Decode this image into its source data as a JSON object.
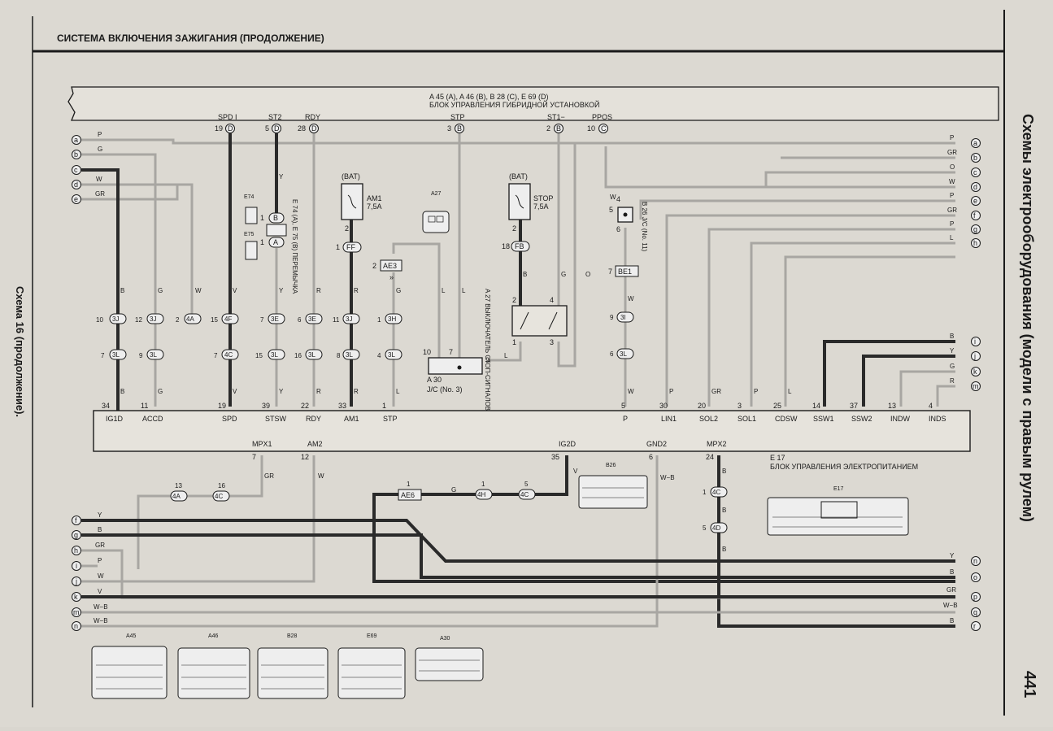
{
  "header": {
    "title": "СИСТЕМА ВКЛЮЧЕНИЯ ЗАЖИГАНИЯ (ПРОДОЛЖЕНИЕ)"
  },
  "side": {
    "left": "Схема 16 (продолжение).",
    "right": "Схемы электрооборудования (модели с правым рулем)",
    "page_number": "441"
  },
  "hybrid_ecu": {
    "title_line1": "A 45 (A), A 46 (B), B 28 (C), E 69 (D)",
    "title_line2": "БЛОК УПРАВЛЕНИЯ ГИБРИДНОЙ УСТАНОВКОЙ",
    "pins": [
      {
        "name": "SPD I",
        "num": "19",
        "conn": "D"
      },
      {
        "name": "ST2",
        "num": "5",
        "conn": "D"
      },
      {
        "name": "RDY",
        "num": "28",
        "conn": "D"
      },
      {
        "name": "STP",
        "num": "3",
        "conn": "B"
      },
      {
        "name": "ST1−",
        "num": "2",
        "conn": "B"
      },
      {
        "name": "PPOS",
        "num": "10",
        "conn": "C"
      }
    ]
  },
  "power_ecu": {
    "title_line1": "E 17",
    "title_line2": "БЛОК УПРАВЛЕНИЯ ЭЛЕКТРОПИТАНИЕМ",
    "top_pins": [
      {
        "num": "34",
        "name": "IG1D"
      },
      {
        "num": "11",
        "name": "ACCD"
      },
      {
        "num": "19",
        "name": "SPD"
      },
      {
        "num": "39",
        "name": "STSW"
      },
      {
        "num": "22",
        "name": "RDY"
      },
      {
        "num": "33",
        "name": "AM1"
      },
      {
        "num": "1",
        "name": "STP"
      },
      {
        "num": "5",
        "name": "P"
      },
      {
        "num": "30",
        "name": "LIN1"
      },
      {
        "num": "20",
        "name": "SOL2"
      },
      {
        "num": "3",
        "name": "SOL1"
      },
      {
        "num": "25",
        "name": "CDSW"
      },
      {
        "num": "14",
        "name": "SSW1"
      },
      {
        "num": "37",
        "name": "SSW2"
      },
      {
        "num": "13",
        "name": "INDW"
      },
      {
        "num": "4",
        "name": "INDS"
      }
    ],
    "bottom_pins": [
      {
        "num": "7",
        "name": "MPX1"
      },
      {
        "num": "12",
        "name": "AM2"
      },
      {
        "num": "35",
        "name": "IG2D"
      },
      {
        "num": "6",
        "name": "GND2"
      },
      {
        "num": "24",
        "name": "MPX2"
      }
    ]
  },
  "left_terminals": [
    {
      "id": "a",
      "color": "P"
    },
    {
      "id": "b",
      "color": "G"
    },
    {
      "id": "c",
      "color": ""
    },
    {
      "id": "d",
      "color": "W"
    },
    {
      "id": "e",
      "color": "GR"
    }
  ],
  "right_terminals": [
    {
      "id": "a",
      "color": "P"
    },
    {
      "id": "b",
      "color": "GR"
    },
    {
      "id": "c",
      "color": "O"
    },
    {
      "id": "d",
      "color": "W"
    },
    {
      "id": "e",
      "color": "P"
    },
    {
      "id": "f",
      "color": "GR"
    },
    {
      "id": "g",
      "color": "P"
    },
    {
      "id": "h",
      "color": "L"
    }
  ],
  "right_mid_terminals": [
    {
      "id": "i",
      "color": "B"
    },
    {
      "id": "j",
      "color": "Y"
    },
    {
      "id": "k",
      "color": "G"
    },
    {
      "id": "m",
      "color": "R"
    }
  ],
  "bottom_left_terminals": [
    {
      "id": "f",
      "color": "Y"
    },
    {
      "id": "g",
      "color": "B"
    },
    {
      "id": "h",
      "color": "GR"
    },
    {
      "id": "i",
      "color": "P"
    },
    {
      "id": "j",
      "color": "W"
    },
    {
      "id": "k",
      "color": "V"
    },
    {
      "id": "m",
      "color": "W−B"
    },
    {
      "id": "n",
      "color": "W−B"
    }
  ],
  "bottom_right_terminals": [
    {
      "id": "n",
      "color": "Y"
    },
    {
      "id": "o",
      "color": "B"
    },
    {
      "id": "p",
      "color": "GR"
    },
    {
      "id": "q",
      "color": "W−B"
    },
    {
      "id": "r",
      "color": "B"
    }
  ],
  "components": {
    "bat": "(BAT)",
    "am1_fuse": "AM1",
    "am1_rating": "7,5A",
    "stop_fuse": "STOP",
    "stop_rating": "7,5A",
    "jumper_label": "E 74 (A), E 75 (B) ПЕРЕМЫЧКА",
    "e74": "E74",
    "e75": "E75",
    "a27": "A27",
    "stop_switch": "A 27 ВЫКЛЮЧАТЕЛЬ СТОП-СИГНАЛОВ",
    "jc3_title": "A 30",
    "jc3_name": "J/C (No. 3)",
    "jc11": "B 26 J/C (No. 11)",
    "ae3": "AE3",
    "ae6": "AE6",
    "be1": "BE1",
    "ff": "FF",
    "fb": "FB",
    "b26": "B26",
    "e17": "E17"
  },
  "connector_views": [
    {
      "name": "A45"
    },
    {
      "name": "A46"
    },
    {
      "name": "B28"
    },
    {
      "name": "E69"
    },
    {
      "name": "A30"
    }
  ],
  "colors": {
    "paper": "#dcd9d2",
    "ink": "#1a1a1a",
    "wire_thick": "#2a2a2a",
    "wire_gray": "#a8a6a2"
  }
}
